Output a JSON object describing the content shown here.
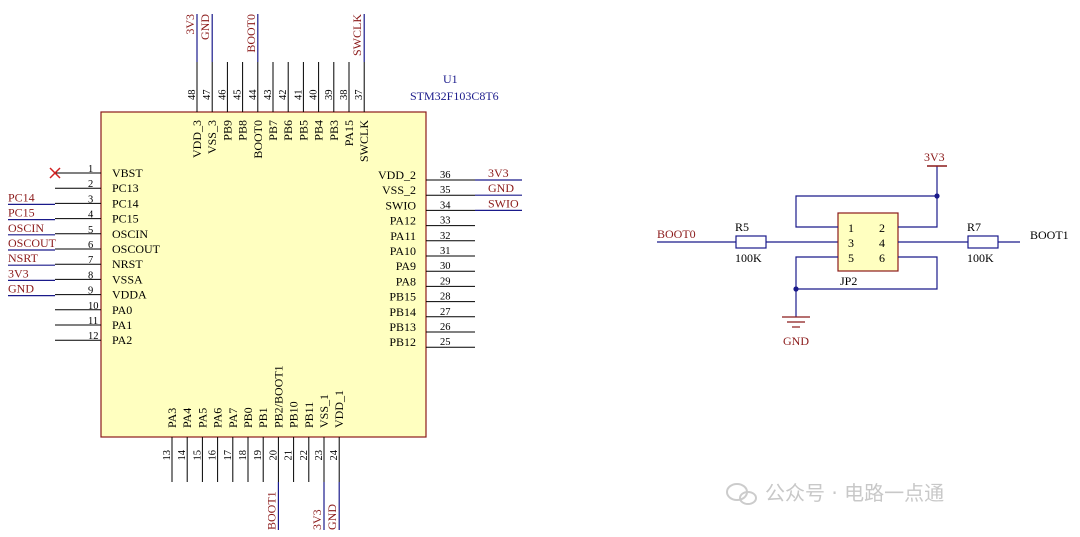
{
  "chip": {
    "designator": "U1",
    "part": "STM32F103C8T6",
    "pins_left": [
      {
        "num": "1",
        "name": "VBST",
        "net": "",
        "nc": true
      },
      {
        "num": "2",
        "name": "PC13",
        "net": ""
      },
      {
        "num": "3",
        "name": "PC14",
        "net": "PC14"
      },
      {
        "num": "4",
        "name": "PC15",
        "net": "PC15"
      },
      {
        "num": "5",
        "name": "OSCIN",
        "net": "OSCIN"
      },
      {
        "num": "6",
        "name": "OSCOUT",
        "net": "OSCOUT"
      },
      {
        "num": "7",
        "name": "NRST",
        "net": "NSRT"
      },
      {
        "num": "8",
        "name": "VSSA",
        "net": "3V3"
      },
      {
        "num": "9",
        "name": "VDDA",
        "net": "GND"
      },
      {
        "num": "10",
        "name": "PA0",
        "net": ""
      },
      {
        "num": "11",
        "name": "PA1",
        "net": ""
      },
      {
        "num": "12",
        "name": "PA2",
        "net": ""
      }
    ],
    "pins_right": [
      {
        "num": "36",
        "name": "VDD_2",
        "net": "3V3"
      },
      {
        "num": "35",
        "name": "VSS_2",
        "net": "GND"
      },
      {
        "num": "34",
        "name": "SWIO",
        "net": "SWIO"
      },
      {
        "num": "33",
        "name": "PA12",
        "net": ""
      },
      {
        "num": "32",
        "name": "PA11",
        "net": ""
      },
      {
        "num": "31",
        "name": "PA10",
        "net": ""
      },
      {
        "num": "30",
        "name": "PA9",
        "net": ""
      },
      {
        "num": "29",
        "name": "PA8",
        "net": ""
      },
      {
        "num": "28",
        "name": "PB15",
        "net": ""
      },
      {
        "num": "27",
        "name": "PB14",
        "net": ""
      },
      {
        "num": "26",
        "name": "PB13",
        "net": ""
      },
      {
        "num": "25",
        "name": "PB12",
        "net": ""
      }
    ],
    "pins_top": [
      {
        "num": "48",
        "name": "VDD_3",
        "net": "3V3"
      },
      {
        "num": "47",
        "name": "VSS_3",
        "net": "GND"
      },
      {
        "num": "46",
        "name": "PB9",
        "net": ""
      },
      {
        "num": "45",
        "name": "PB8",
        "net": ""
      },
      {
        "num": "44",
        "name": "BOOT0",
        "net": "BOOT0"
      },
      {
        "num": "43",
        "name": "PB7",
        "net": ""
      },
      {
        "num": "42",
        "name": "PB6",
        "net": ""
      },
      {
        "num": "41",
        "name": "PB5",
        "net": ""
      },
      {
        "num": "40",
        "name": "PB4",
        "net": ""
      },
      {
        "num": "39",
        "name": "PB3",
        "net": ""
      },
      {
        "num": "38",
        "name": "PA15",
        "net": ""
      },
      {
        "num": "37",
        "name": "SWCLK",
        "net": "SWCLK"
      }
    ],
    "pins_bottom": [
      {
        "num": "13",
        "name": "PA3",
        "net": ""
      },
      {
        "num": "14",
        "name": "PA4",
        "net": ""
      },
      {
        "num": "15",
        "name": "PA5",
        "net": ""
      },
      {
        "num": "16",
        "name": "PA6",
        "net": ""
      },
      {
        "num": "17",
        "name": "PA7",
        "net": ""
      },
      {
        "num": "18",
        "name": "PB0",
        "net": ""
      },
      {
        "num": "19",
        "name": "PB1",
        "net": ""
      },
      {
        "num": "20",
        "name": "PB2/BOOT1",
        "net": "BOOT1"
      },
      {
        "num": "21",
        "name": "PB10",
        "net": ""
      },
      {
        "num": "22",
        "name": "PB11",
        "net": ""
      },
      {
        "num": "23",
        "name": "VSS_1",
        "net": "3V3"
      },
      {
        "num": "24",
        "name": "VDD_1",
        "net": "GND"
      }
    ]
  },
  "boot_circuit": {
    "net_left": "BOOT0",
    "net_right": "BOOT1",
    "power": "3V3",
    "ground": "GND",
    "r_left": {
      "ref": "R5",
      "value": "100K"
    },
    "r_right": {
      "ref": "R7",
      "value": "100K"
    },
    "jumper": {
      "ref": "JP2",
      "pins": [
        "1",
        "2",
        "3",
        "4",
        "5",
        "6"
      ]
    }
  },
  "watermark": "公众号 · 电路一点通",
  "colors": {
    "wire": "#1a1a8b",
    "pin": "#000000",
    "net": "#8b1a1a",
    "body": "#ffffc0"
  }
}
